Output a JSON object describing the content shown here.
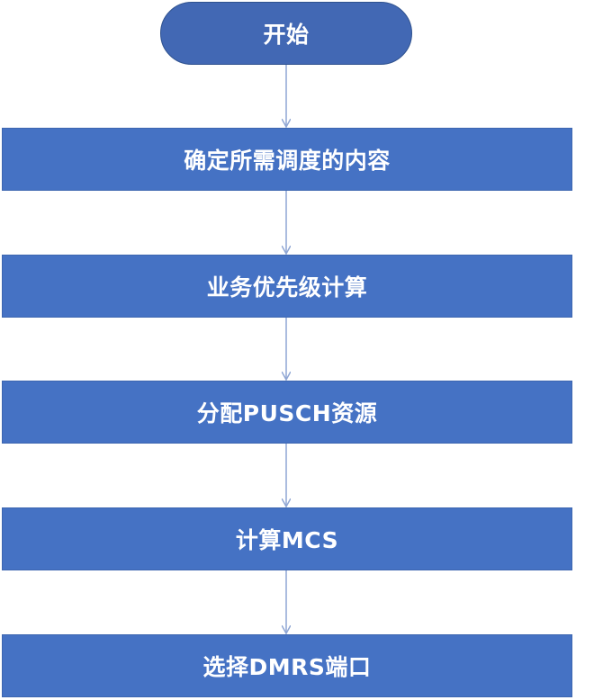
{
  "flowchart": {
    "start": "开始",
    "steps": [
      "确定所需调度的内容",
      "业务优先级计算",
      "分配PUSCH资源",
      "计算MCS",
      "选择DMRS端口"
    ]
  },
  "colors": {
    "box_fill": "#4572c4",
    "start_fill": "#4268b4",
    "arrow": "#8fa6d4",
    "text": "#ffffff"
  }
}
